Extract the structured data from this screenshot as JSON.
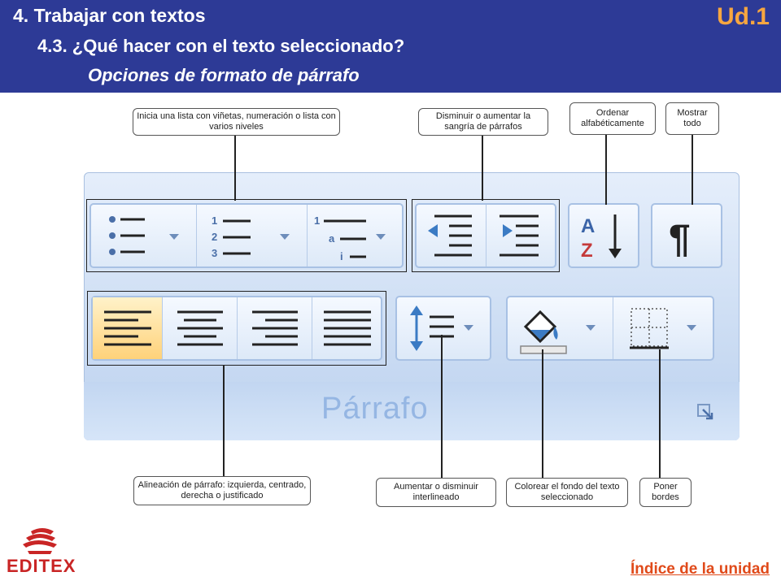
{
  "header": {
    "section": "4.  Trabajar con textos",
    "subsection": "4.3. ¿Qué hacer con el texto seleccionado?",
    "topic": "Opciones de formato de párrafo",
    "unit": "Ud.1"
  },
  "ribbon": {
    "group_title": "Párrafo"
  },
  "callouts": {
    "lists": "Inicia una lista con viñetas, numeración o lista con varios niveles",
    "indent": "Disminuir o aumentar la sangría de párrafos",
    "sort": "Ordenar alfabéticamente",
    "show_all": "Mostrar todo",
    "align": "Alineación de párrafo: izquierda, centrado, derecha o justificado",
    "spacing": "Aumentar o disminuir interlineado",
    "shading": "Colorear el fondo del texto seleccionado",
    "borders": "Poner bordes"
  },
  "footer": {
    "logo_text": "EDITEX",
    "index_link": "Índice de la unidad"
  },
  "colors": {
    "header_bg": "#2d3a96",
    "unit_accent": "#f7a640",
    "logo_red": "#c92525",
    "link_orange": "#e04a1a"
  }
}
